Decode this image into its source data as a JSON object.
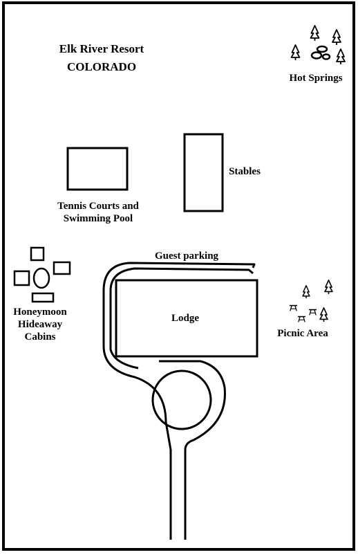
{
  "map": {
    "title_line1": "Elk River Resort",
    "title_line2": "COLORADO",
    "labels": {
      "hot_springs": "Hot Springs",
      "stables": "Stables",
      "tennis_line1": "Tennis Courts and",
      "tennis_line2": "Swimming Pool",
      "guest_parking": "Guest parking",
      "lodge": "Lodge",
      "cabins_line1": "Honeymoon",
      "cabins_line2": "Hideaway",
      "cabins_line3": "Cabins",
      "picnic_area": "Picnic Area"
    },
    "icons": {
      "tree": "pine-tree-icon",
      "picnic_table": "picnic-table-icon",
      "pool": "hot-spring-pool-icon"
    },
    "colors": {
      "ink": "#000000",
      "paper": "#ffffff"
    }
  }
}
